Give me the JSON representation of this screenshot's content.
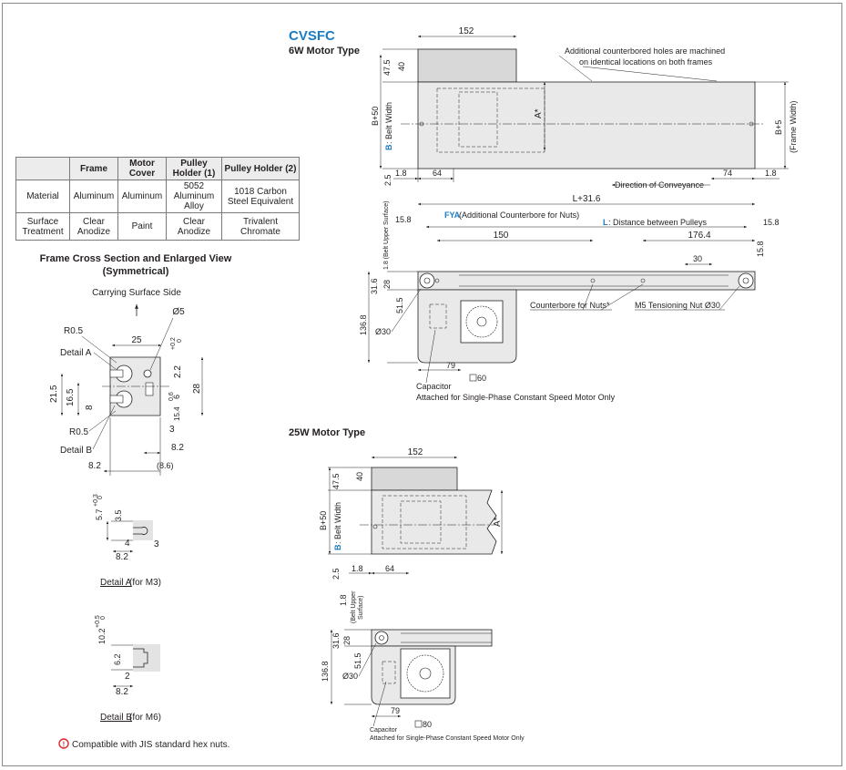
{
  "series_code": "CVSFC",
  "motor6w": {
    "title": "6W Motor Type",
    "dim_152": "152",
    "dim_47_5": "47.5",
    "dim_40": "40",
    "dim_b50": "B+50",
    "label_b": "B",
    "label_belt_width": ": Belt Width",
    "dim_a": "A*",
    "dim_b5": "B+5",
    "label_frame_width": "(Frame Width)",
    "note_holes_1": "Additional counterbored holes are machined",
    "note_holes_2": "on identical locations on both frames",
    "dim_1_8_left": "1.8",
    "dim_64": "64",
    "dim_74": "74",
    "dim_1_8_right": "1.8",
    "dim_2_5": "2.5",
    "direction": "Direction of Conveyance",
    "dim_l316": "L+31.6",
    "fya_key": "FYA",
    "fya_label": " (Additional Counterbore for Nuts)",
    "l_key": "L",
    "l_label": ": Distance between Pulleys",
    "dim_15_8_left": "15.8",
    "dim_15_8_right": "15.8",
    "dim_150": "150",
    "dim_176_4": "176.4",
    "dim_30": "30",
    "dim_15_8_vert": "15.8",
    "belt_upper": "1.8 (Belt Upper Surface)",
    "dim_31_6": "31.6",
    "dim_28": "28",
    "dim_51_5": "51.5",
    "dim_136_8": "136.8",
    "dim_dia30": "Ø30",
    "dim_79": "79",
    "dim_sq60": "60",
    "counterbore_nuts": "Counterbore for Nuts*",
    "tensioning": "M5 Tensioning Nut Ø30",
    "capacitor": "Capacitor",
    "capacitor_note": "Attached for Single-Phase Constant Speed Motor Only"
  },
  "motor25w": {
    "title": "25W Motor Type",
    "dim_152": "152",
    "dim_47_5": "47.5",
    "dim_40": "40",
    "dim_b50": "B+50",
    "label_b": "B",
    "label_belt_width": ": Belt Width",
    "dim_a": "A*",
    "dim_2_5": "2.5",
    "dim_1_8": "1.8",
    "dim_64": "64",
    "belt_upper_1": "1.8",
    "belt_upper_2": "(Belt Upper",
    "belt_upper_3": "Surface)",
    "dim_31_6": "31.6",
    "dim_28": "28",
    "dim_51_5": "51.5",
    "dim_136_8": "136.8",
    "dim_dia30": "Ø30",
    "dim_79": "79",
    "dim_sq80": "80",
    "capacitor": "Capacitor",
    "capacitor_note": "Attached for Single-Phase Constant Speed Motor Only"
  },
  "material_table": {
    "headers": [
      "",
      "Frame",
      "Motor Cover",
      "Pulley Holder (1)",
      "Pulley Holder (2)"
    ],
    "rows": [
      {
        "label": "Material",
        "frame": "Aluminum",
        "motor_cover": "Aluminum",
        "pulley1": "5052 Aluminum Alloy",
        "pulley2": "1018 Carbon Steel Equivalent"
      },
      {
        "label": "Surface Treatment",
        "frame": "Clear Anodize",
        "motor_cover": "Paint",
        "pulley1": "Clear Anodize",
        "pulley2": "Trivalent Chromate"
      }
    ]
  },
  "cross_section": {
    "title_1": "Frame Cross Section and Enlarged View",
    "title_2": "(Symmetrical)",
    "carrying_surface": "Carrying Surface Side",
    "r05_top": "R0.5",
    "detail_a": "Detail A",
    "dim_25": "25",
    "dim_dia5": "Ø5",
    "tol_02": "+0.2",
    "tol_0": "0",
    "dim_2_2": "2.2",
    "dim_21_5": "21.5",
    "dim_16_5": "16.5",
    "dim_8": "8",
    "dim_28": "28",
    "dim_6": "6",
    "tol_06": "0.6",
    "dim_15_4": "15.4",
    "r05_bottom": "R0.5",
    "dim_3": "3",
    "detail_b": "Detail B",
    "dim_8_2_right": "8.2",
    "dim_8_2_left": "8.2",
    "dim_8_6": "(8.6)"
  },
  "detail_a_view": {
    "dim_5_7": "5.7",
    "tol": "+0.3",
    "tol0": "0",
    "dim_3_5": "3.5",
    "dim_4": "4",
    "dim_3": "3",
    "dim_8_2": "8.2",
    "caption_key": "Detail A",
    "caption_rest": " (for M3)"
  },
  "detail_b_view": {
    "dim_10_2": "10.2",
    "tol": "+0.5",
    "tol0": "0",
    "dim_6_2": "6.2",
    "dim_2": "2",
    "dim_8_2": "8.2",
    "caption_key": "Detail B",
    "caption_rest": " (for M6)"
  },
  "footnote": {
    "icon_glyph": "!",
    "text": "Compatible with JIS standard hex nuts."
  },
  "colors": {
    "accent_blue": "#1a7dc4",
    "warning_red": "#d7282f",
    "panel_gray": "#e9e9e9",
    "header_gray": "#ececec"
  }
}
